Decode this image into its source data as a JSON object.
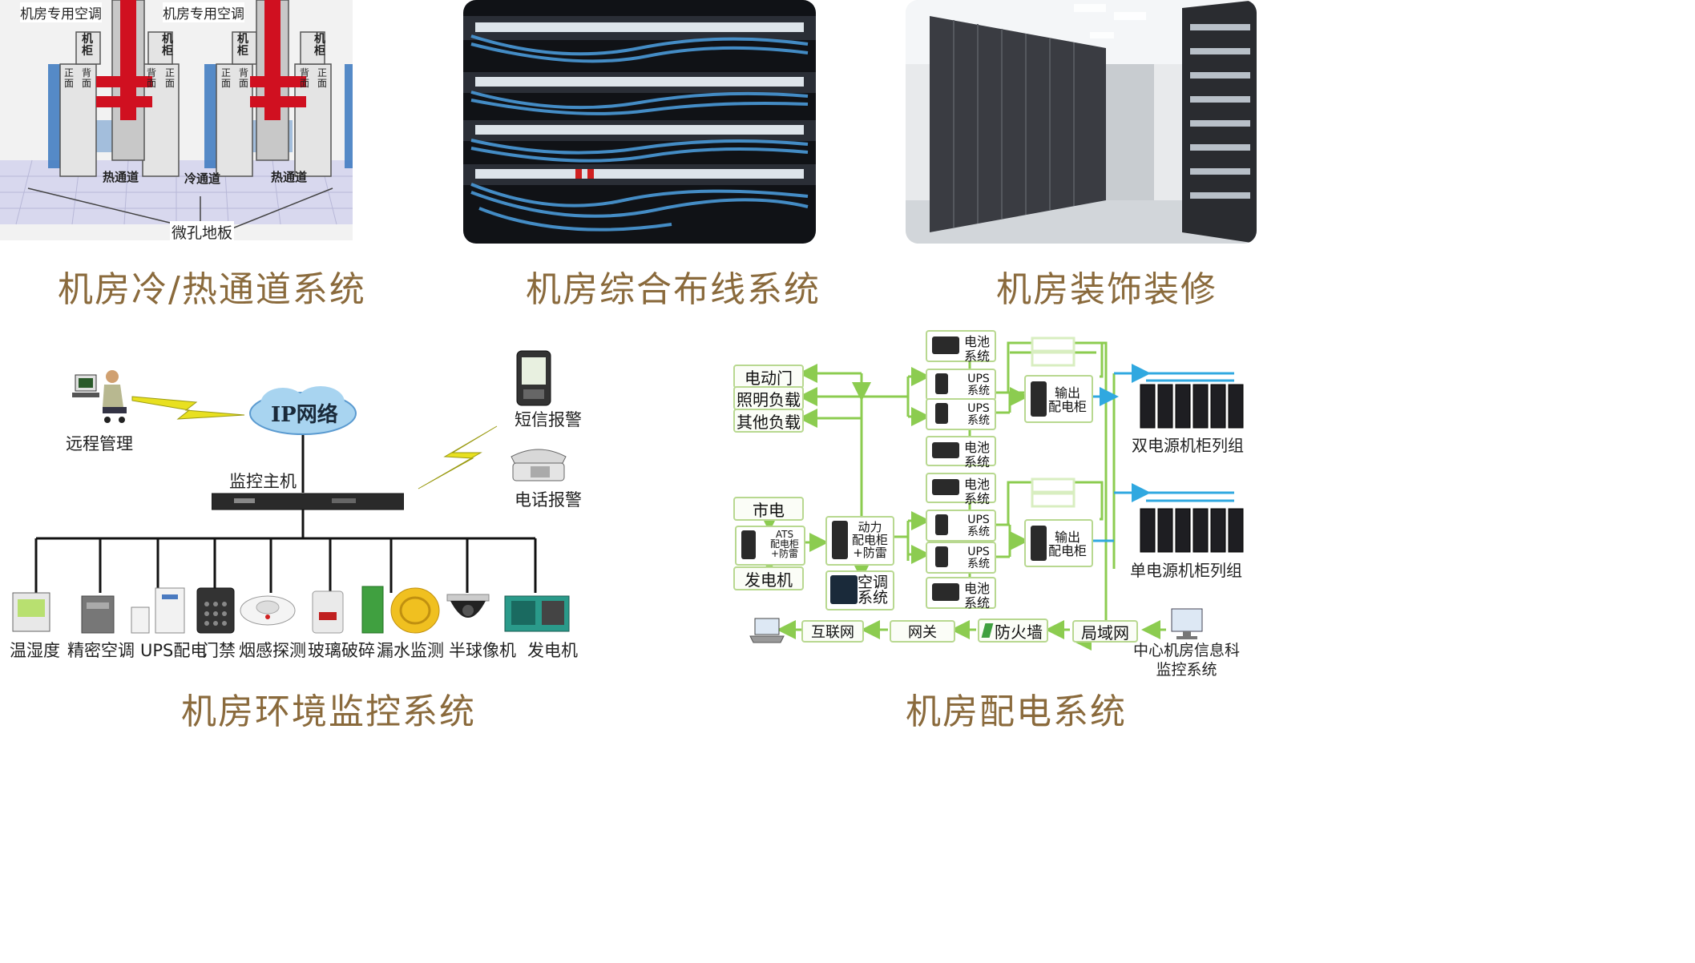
{
  "captions": {
    "cold_hot_aisle": "机房冷/热通道系统",
    "cabling": "机房综合布线系统",
    "decoration": "机房装饰装修",
    "env_monitoring": "机房环境监控系统",
    "power_distribution": "机房配电系统"
  },
  "aisle": {
    "ac_left": "机房专用空调",
    "ac_right": "机房专用空调",
    "cabinet": "机柜",
    "front": "正面",
    "back": "背面",
    "hot_aisle": "热通道",
    "cold_aisle": "冷通道",
    "floor": "微孔地板"
  },
  "monitoring": {
    "remote": "远程管理",
    "ip_network": "IP网络",
    "host": "监控主机",
    "sms": "短信报警",
    "phone": "电话报警",
    "devices": [
      "温湿度",
      "精密空调",
      "UPS配电",
      "门禁",
      "烟感探测",
      "玻璃破碎",
      "漏水监测",
      "半球像机",
      "发电机"
    ]
  },
  "power": {
    "electric_door": "电动门",
    "lighting_load": "照明负载",
    "other_load": "其他负载",
    "mains": "市电",
    "ats": "ATS\n配电柜\n+防雷",
    "generator": "发电机",
    "power_cabinet": "动力\n配电柜\n+防雷",
    "air_conditioning": "空调\n系统",
    "battery": "电池\n系统",
    "ups": "UPS\n系统",
    "output_cabinet": "输出\n配电柜",
    "dual_cabinets": "双电源机柜列组",
    "single_cabinets": "单电源机柜列组",
    "internet": "互联网",
    "gateway": "网关",
    "firewall": "防火墙",
    "lan": "局域网",
    "center": "中心机房信息科\n监控系统"
  },
  "colors": {
    "caption": "#8a6a3c",
    "hot": "#d01020",
    "cold": "#2a6aa8",
    "line_green": "#8ccc50",
    "line_blue": "#30a8e0",
    "bolt": "#e8e020"
  }
}
